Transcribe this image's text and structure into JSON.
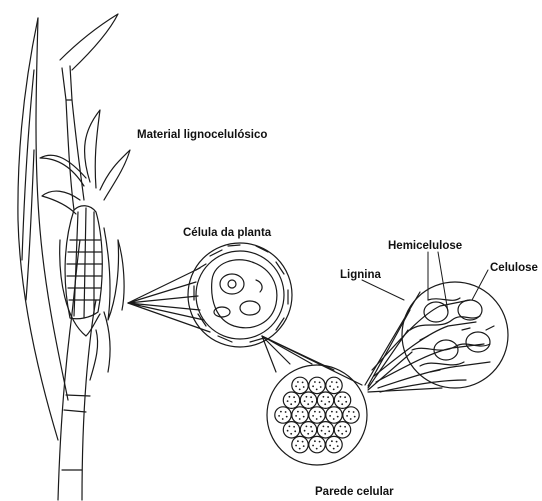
{
  "diagram": {
    "labels": {
      "material": "Material lignocelulósico",
      "celula": "Célula da planta",
      "hemicelulose": "Hemicelulose",
      "celulose": "Celulose",
      "lignina": "Lignina",
      "parede": "Parede celular"
    },
    "colors": {
      "ink": "#1a1a1a",
      "background": "#ffffff"
    }
  }
}
